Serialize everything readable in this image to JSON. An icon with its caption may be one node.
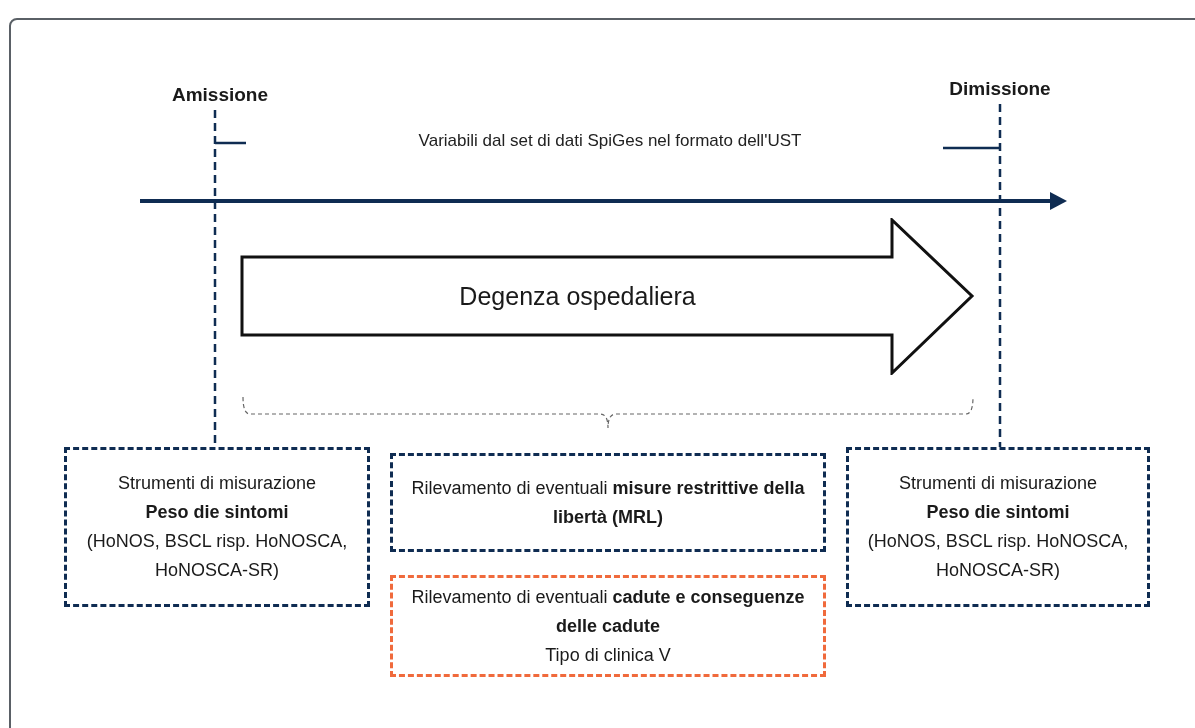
{
  "diagram": {
    "nodes": [
      {
        "text": [
          "Amissione"
        ]
      },
      {
        "text": [
          "Dimissione"
        ]
      },
      {
        "text": [
          "Degenza ospedaliera"
        ]
      },
      {
        "text": [
          "Strumenti di misurazione",
          "Peso die sintomi",
          "(HoNOS, BSCL risp. HoNOSCA, HoNOSCA-SR)"
        ]
      },
      {
        "text": [
          "Rilevamento di eventuali **misure restrittive della libertà (MRL)**"
        ]
      },
      {
        "text": [
          "Rilevamento di eventuali **cadute e conseguenze delle cadute**",
          "Tipo di clinica V"
        ]
      },
      {
        "text": [
          "Strumenti di misurazione",
          "Peso die sintomi",
          "(HoNOS, BSCL risp. HoNOSCA, HoNOSCA-SR)"
        ]
      }
    ],
    "edges": [
      {
        "from": 0,
        "to": 3,
        "arrow": "none",
        "style": "dashed"
      },
      {
        "from": 1,
        "to": 6,
        "arrow": "none",
        "style": "dashed"
      }
    ],
    "labels": [
      "Variabili dal set di dati SpiGes nel formato dell'UST"
    ]
  }
}
